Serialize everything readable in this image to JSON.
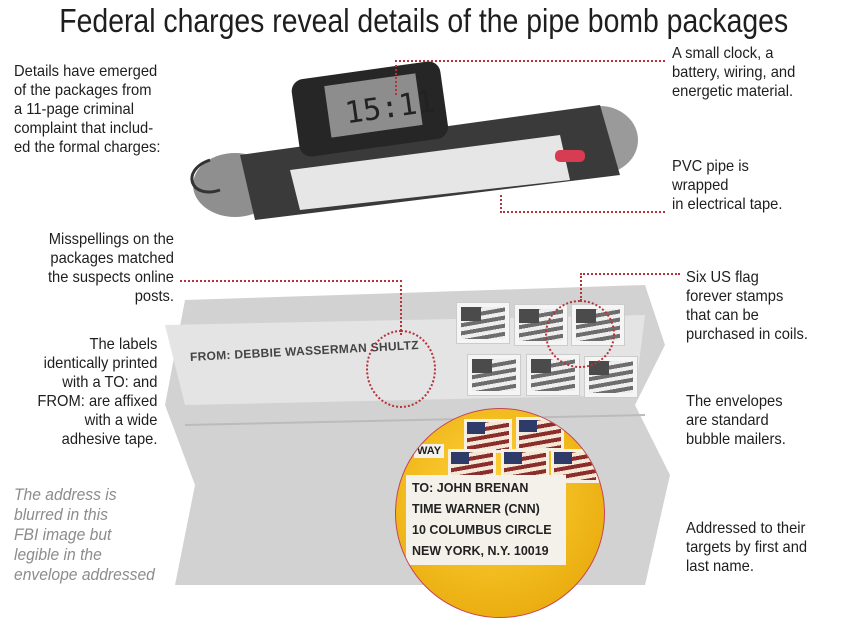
{
  "title": "Federal charges reveal details of the pipe bomb packages",
  "captions": {
    "intro": "Details have emerged\nof the packages from\na 11-page criminal\ncomplaint that includ-\ned the formal charges:",
    "clock": "A small clock, a\nbattery, wiring, and\nenergetic material.",
    "pvc": "PVC pipe is\nwrapped\nin electrical tape.",
    "misspellings": "Misspellings on the\npackages matched\nthe suspects online\nposts.",
    "labels": "The labels\nidentically printed\nwith a TO: and\nFROM: are affixed\nwith a wide\nadhesive tape.",
    "stamps": "Six US flag\nforever stamps\nthat can be\npurchased in coils.",
    "envelopes": "The envelopes\nare standard\nbubble mailers.",
    "addressed": "Addressed to their\ntargets by first and\nlast name.",
    "blurred": "The address is\nblurred in this\nFBI image but\nlegible in the\nenvelope addressed"
  },
  "photo": {
    "from_label": "FROM: DEBBIE WASSERMAN SHULTZ",
    "to_label": [
      "TO: JOHN BRENAN",
      "TIME WARNER (CNN)",
      "10 COLUMBUS CIRCLE",
      "NEW YORK, N.Y. 10019"
    ],
    "partial_label": "WAY"
  },
  "colors": {
    "leader": "#b8323a",
    "envelope": "#d4d4d4",
    "mailer": "#f2b817"
  }
}
